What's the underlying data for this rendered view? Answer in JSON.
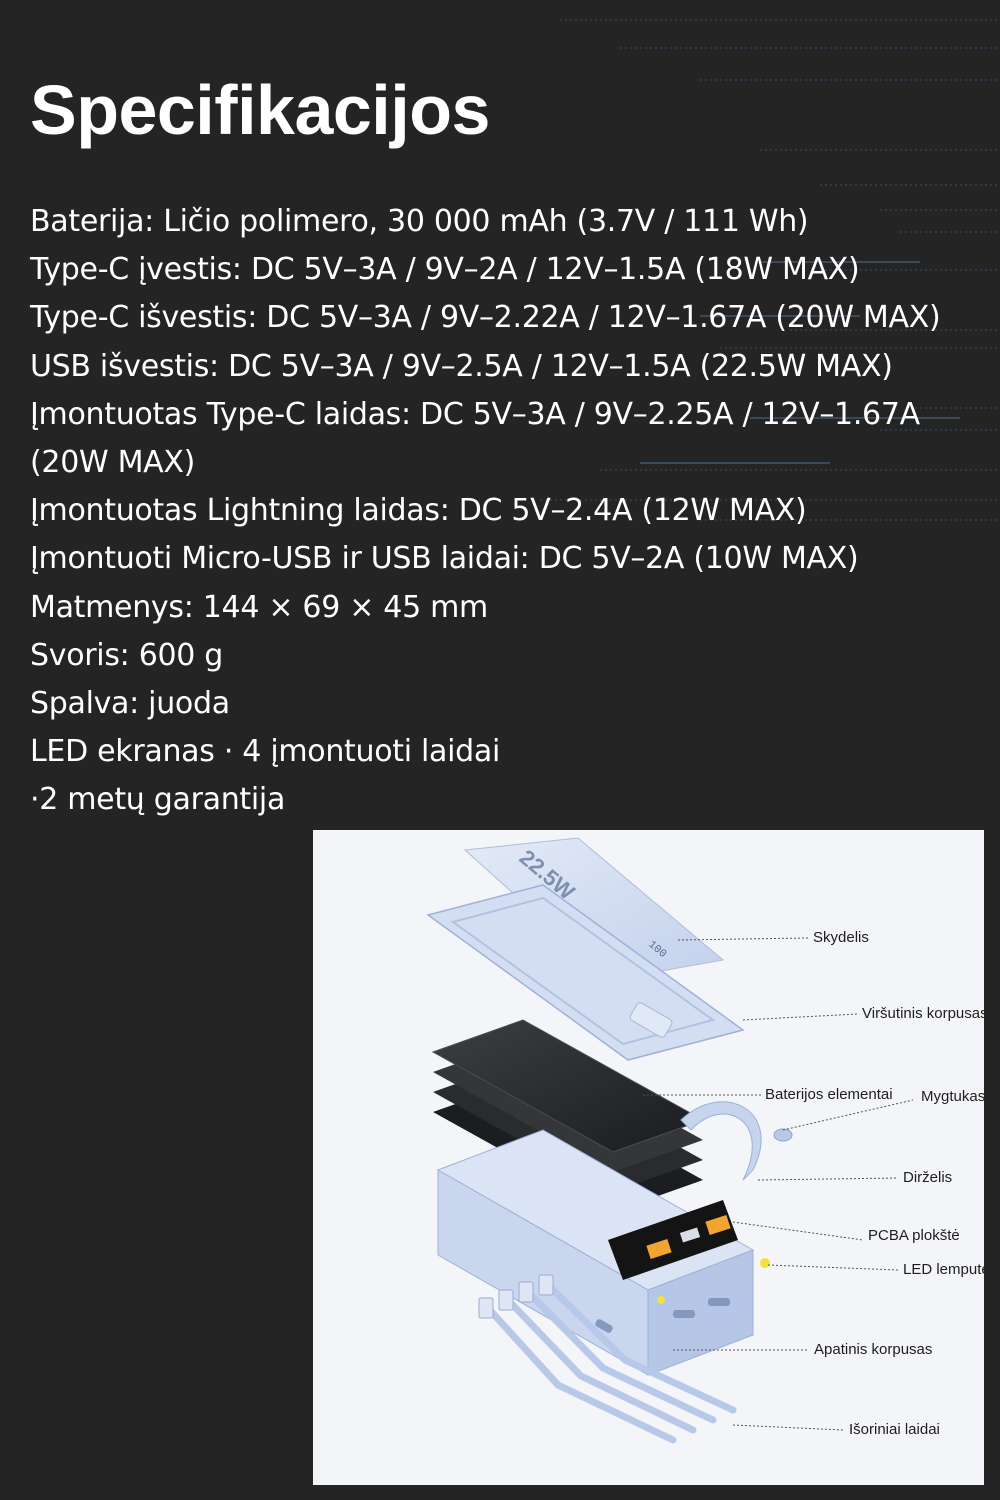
{
  "heading": "Specifikacijos",
  "specs": [
    "Baterija: Ličio polimero, 30 000 mAh (3.7V / 111 Wh)",
    "Type-C įvestis: DC 5V–3A / 9V–2A / 12V–1.5A (18W MAX)",
    "Type-C išvestis: DC 5V–3A / 9V–2.22A / 12V–1.67A (20W MAX)",
    "USB išvestis: DC 5V–3A / 9V–2.5A / 12V–1.5A (22.5W MAX)",
    "Įmontuotas Type-C laidas: DC 5V–3A / 9V–2.25A / 12V–1.67A (20W MAX)",
    "Įmontuotas Lightning laidas: DC 5V–2.4A (12W MAX)",
    "Įmontuoti Micro-USB ir USB laidai: DC 5V–2A (10W MAX)",
    "Matmenys: 144 × 69 × 45 mm",
    "Svoris: 600 g",
    "Spalva: juoda",
    "LED ekranas · 4 įmontuoti laidai",
    "·2 metų garantija"
  ],
  "diagram": {
    "panel_badge": "22.5W",
    "display_reading": "100",
    "labels": {
      "panel": "Skydelis",
      "top_case": "Viršutinis korpusas",
      "cells": "Baterijos elementai",
      "button": "Mygtukas",
      "strap": "Dirželis",
      "pcba": "PCBA plokštė",
      "led": "LED lemputė",
      "bottom_case": "Apatinis korpusas",
      "cables": "Išoriniai laidai"
    }
  },
  "colors": {
    "background": "#242424",
    "text": "#ffffff",
    "figure_background": "#f4f5f8",
    "case_blue": "#c9d6ee",
    "accent_orange": "#f2a431",
    "led_yellow": "#f0e040"
  }
}
